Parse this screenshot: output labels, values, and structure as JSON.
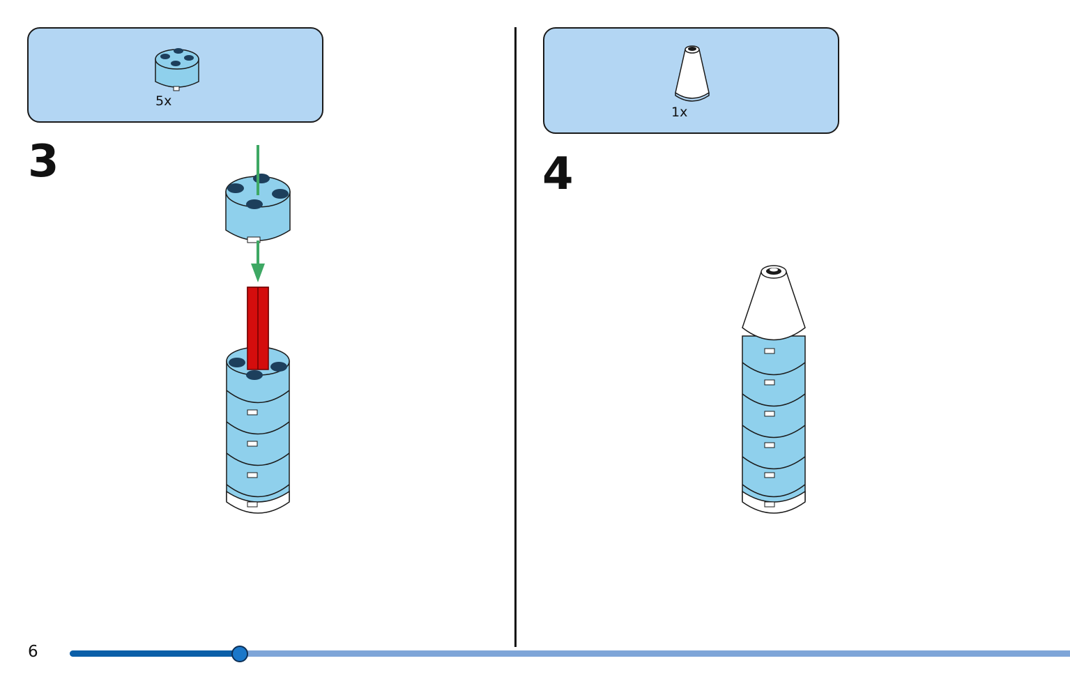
{
  "page": {
    "number": "6",
    "progress_fraction": 0.17
  },
  "steps": [
    {
      "number": "3",
      "parts": [
        {
          "qty": "5x",
          "name": "round-brick-2x2",
          "color": "#8fd0ec"
        }
      ]
    },
    {
      "number": "4",
      "parts": [
        {
          "qty": "1x",
          "name": "cone-2x2",
          "color": "#ffffff"
        }
      ]
    }
  ],
  "colors": {
    "parts_box": "#b3d6f3",
    "brick_blue": "#8fd0ec",
    "axle_red": "#d40d0d",
    "arrow_green": "#3ea864",
    "progress_fill": "#0b5fa8",
    "progress_track": "#7ea5d8"
  }
}
